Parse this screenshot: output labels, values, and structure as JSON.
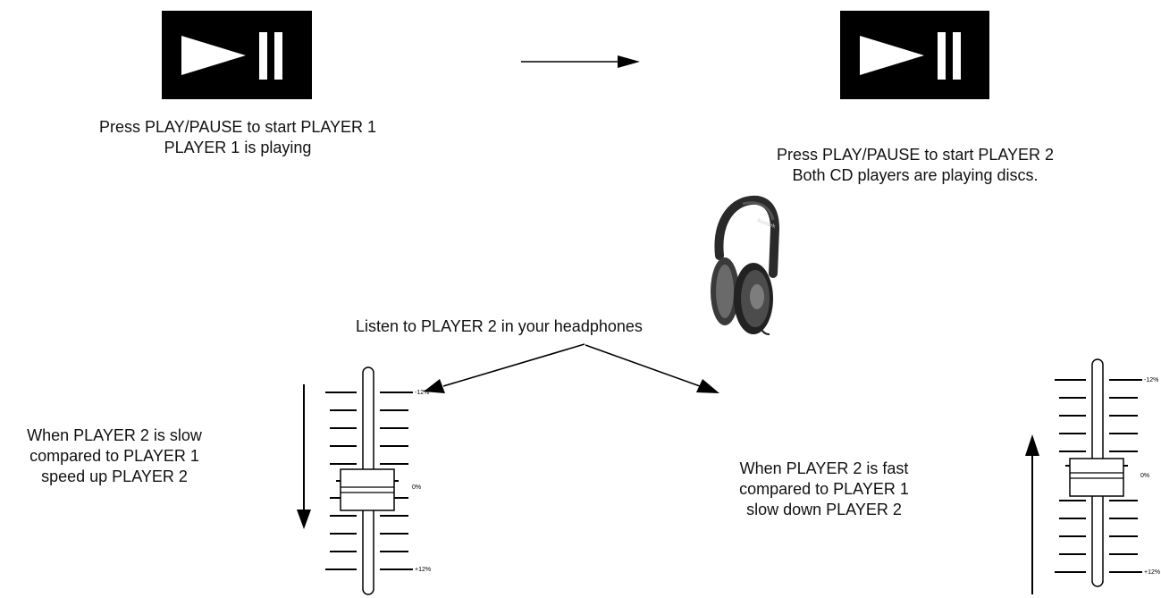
{
  "player1": {
    "caption_line1": "Press PLAY/PAUSE to start PLAYER 1",
    "caption_line2": "PLAYER 1 is playing"
  },
  "player2": {
    "caption_line1": "Press PLAY/PAUSE to start PLAYER 2",
    "caption_line2": "Both CD players are playing discs."
  },
  "listen_text": "Listen to PLAYER 2 in your headphones",
  "slow_case": {
    "line1": "When PLAYER 2 is slow",
    "line2": "compared to PLAYER 1",
    "line3": "speed up PLAYER 2"
  },
  "fast_case": {
    "line1": "When PLAYER 2 is fast",
    "line2": "compared to PLAYER 1",
    "line3": "slow down PLAYER 2"
  },
  "pitch_labels": {
    "top": "-12%",
    "mid": "0%",
    "bottom": "+12%"
  },
  "headphones_brand": "Numark",
  "colors": {
    "button_bg": "#000000",
    "glyph": "#ffffff",
    "line": "#000000",
    "headphone_dark": "#2a2a2a"
  },
  "icons": {
    "play_pause": "play-pause-icon",
    "headphones": "headphones-icon",
    "arrow": "arrow-icon",
    "fader": "pitch-fader-icon"
  }
}
